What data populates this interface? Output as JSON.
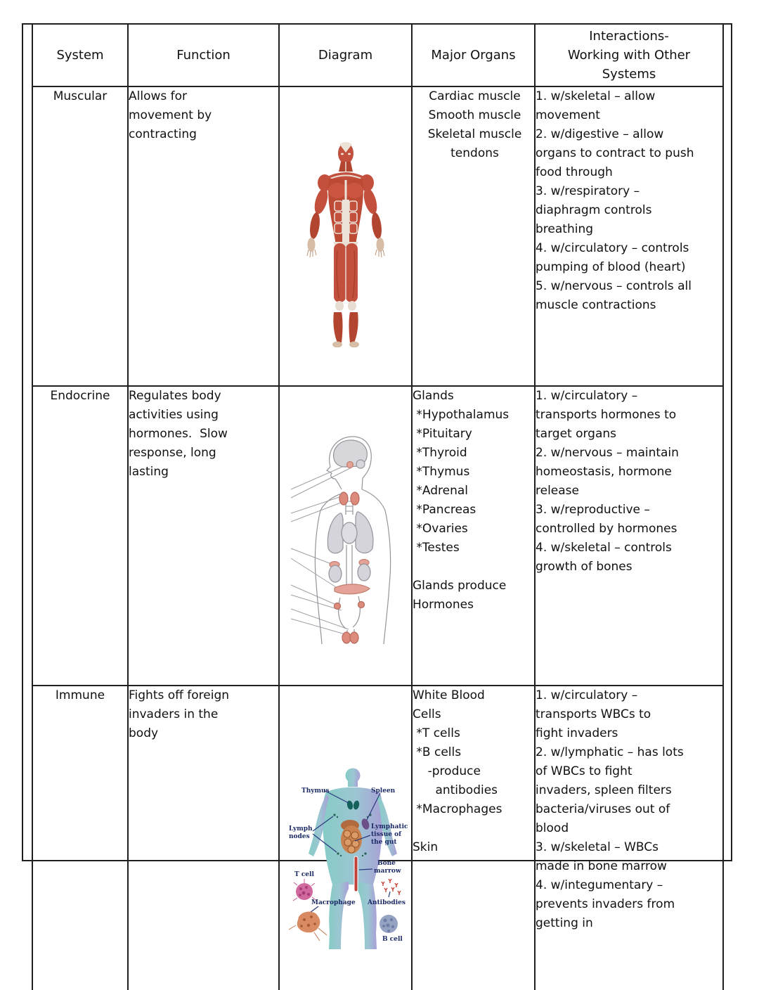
{
  "table": {
    "headers": {
      "system": "System",
      "function": "Function",
      "diagram": "Diagram",
      "major_organs": "Major Organs",
      "interactions": "Interactions-\nWorking with Other\nSystems"
    },
    "rows": [
      {
        "system": "Muscular",
        "function": "Allows for\nmovement by\ncontracting",
        "diagram": {
          "icon": "muscular-anatomy-figure"
        },
        "major_organs": "Cardiac muscle\nSmooth muscle\nSkeletal muscle\ntendons",
        "interactions": "1. w/skeletal – allow\nmovement\n2. w/digestive – allow\norgans to contract to push\nfood through\n3. w/respiratory –\ndiaphragm controls\nbreathing\n4. w/circulatory – controls\npumping of blood (heart)\n5. w/nervous – controls all\nmuscle contractions"
      },
      {
        "system": "Endocrine",
        "function": "Regulates body\nactivities using\nhormones.  Slow\nresponse, long\nlasting",
        "diagram": {
          "icon": "endocrine-anatomy-figure"
        },
        "major_organs": "Glands\n *Hypothalamus\n *Pituitary\n *Thyroid\n *Thymus\n *Adrenal\n *Pancreas\n *Ovaries\n *Testes\n\nGlands produce\nHormones",
        "interactions": "1. w/circulatory –\ntransports hormones to\ntarget organs\n2. w/nervous – maintain\nhomeostasis, hormone\nrelease\n3. w/reproductive –\ncontrolled by hormones\n4. w/skeletal – controls\ngrowth of bones"
      },
      {
        "system": "Immune",
        "function": "Fights off foreign\ninvaders in the\nbody",
        "diagram": {
          "icon": "immune-anatomy-figure",
          "labels": {
            "thymus": "Thymus",
            "spleen": "Spleen",
            "lymph_nodes_line1": "Lymph",
            "lymph_nodes_line2": "nodes",
            "lymphatic_line1": "Lymphatic",
            "lymphatic_line2": "tissue of",
            "lymphatic_line3": "the gut",
            "bone_marrow_line1": "Bone",
            "bone_marrow_line2": "marrow",
            "t_cell": "T cell",
            "macrophage": "Macrophage",
            "antibodies": "Antibodies",
            "b_cell": "B cell"
          }
        },
        "major_organs": "White Blood\nCells\n *T cells\n *B cells\n    -produce\n      antibodies\n *Macrophages\n\nSkin",
        "interactions": "1. w/circulatory –\ntransports WBCs to\nfight invaders\n2. w/lymphatic – has lots\nof WBCs to fight\ninvaders, spleen filters\nbacteria/viruses out of\nblood\n3. w/skeletal – WBCs\nmade in bone marrow\n4. w/integumentary –\nprevents invaders from\ngetting in"
      }
    ]
  },
  "colors": {
    "border": "#1f1f1f",
    "text": "#111111",
    "muscle_red": "#c2503c",
    "gland_pink": "#e5a296",
    "body_teal": "#86ccc6",
    "body_lavender": "#a8a0d6",
    "diagram_label_navy": "#1d2b66"
  }
}
